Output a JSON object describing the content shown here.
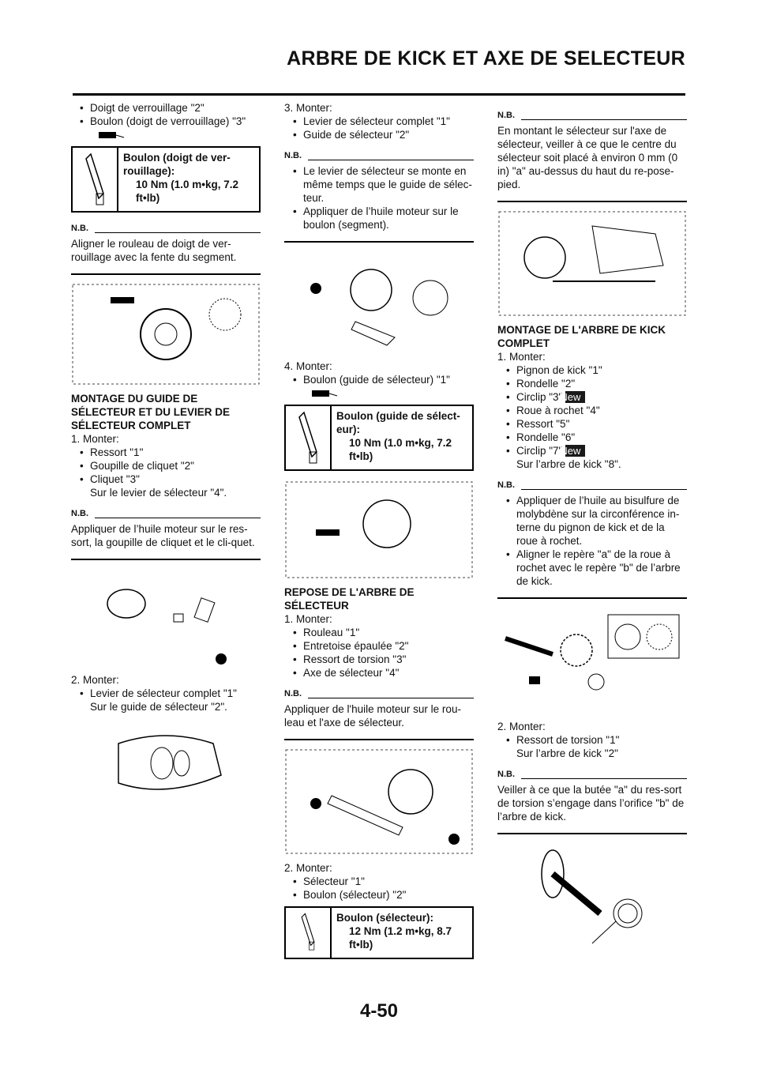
{
  "header": {
    "title": "ARBRE DE KICK ET AXE DE SELECTEUR"
  },
  "page_number": "4-50",
  "labels": {
    "nb": "N.B.",
    "new": "New"
  },
  "col1": {
    "bullets_top": [
      "Doigt de verrouillage \"2\"",
      "Boulon (doigt de verrouillage) \"3\""
    ],
    "torque1": {
      "label": "Boulon (doigt de ver-rouillage):",
      "value": "10 Nm (1.0 m•kg, 7.2 ft•lb)"
    },
    "nb1": "Aligner le rouleau de doigt de ver-rouillage avec la fente du segment.",
    "heading": "MONTAGE DU GUIDE DE SÉLECTEUR ET DU LEVIER DE SÉLECTEUR COMPLET",
    "step1": "1.  Monter:",
    "step1_items": [
      "Ressort \"1\"",
      "Goupille de cliquet \"2\"",
      "Cliquet \"3\""
    ],
    "step1_cont": "Sur le levier de sélecteur \"4\".",
    "nb2": "Appliquer de l’huile moteur sur le res-sort, la goupille de cliquet et le cli-quet.",
    "step2": "2.  Monter:",
    "step2_items": [
      "Levier de sélecteur complet \"1\""
    ],
    "step2_cont": "Sur le guide de sélecteur \"2\"."
  },
  "col2": {
    "step3": "3.  Monter:",
    "step3_items": [
      "Levier de sélecteur complet \"1\"",
      "Guide de sélecteur \"2\""
    ],
    "nb_items": [
      "Le levier de sélecteur se monte en même temps que le guide de sélec-teur.",
      "Appliquer de l’huile moteur sur le boulon (segment)."
    ],
    "step4": "4.  Monter:",
    "step4_items": [
      "Boulon (guide de sélecteur) \"1\""
    ],
    "torque2": {
      "label": "Boulon (guide de sélect-eur):",
      "value": "10 Nm (1.0 m•kg, 7.2 ft•lb)"
    },
    "heading": "REPOSE DE L'ARBRE DE SÉLECTEUR",
    "step1": "1.  Monter:",
    "step1_items": [
      "Rouleau \"1\"",
      "Entretoise épaulée \"2\"",
      "Ressort de torsion \"3\"",
      "Axe de sélecteur \"4\""
    ],
    "nb": "Appliquer de l'huile moteur sur le rou-leau et l'axe de sélecteur.",
    "step2": "2.  Monter:",
    "step2_items": [
      "Sélecteur \"1\"",
      "Boulon (sélecteur) \"2\""
    ],
    "torque3": {
      "label": "Boulon (sélecteur):",
      "value": "12 Nm (1.2 m•kg, 8.7 ft•lb)"
    }
  },
  "col3": {
    "nb1": "En montant le sélecteur sur l'axe de sélecteur, veiller à ce que le centre du sélecteur soit placé à environ 0 mm (0 in) \"a\" au-dessus du haut du re-pose-pied.",
    "heading": "MONTAGE DE L'ARBRE DE KICK COMPLET",
    "step1": "1.  Monter:",
    "step1_items": [
      "Pignon de kick \"1\"",
      "Rondelle \"2\"",
      "Circlip \"3\"",
      "Roue à rochet \"4\"",
      "Ressort \"5\"",
      "Rondelle \"6\"",
      "Circlip \"7\""
    ],
    "step1_cont": "Sur l’arbre de kick \"8\".",
    "nb2_items": [
      "Appliquer de l’huile au bisulfure de molybdène sur la circonférence in-terne du pignon de kick et de la roue à rochet.",
      "Aligner le repère \"a\" de la roue à rochet avec le repère \"b\" de l’arbre de kick."
    ],
    "step2": "2.  Monter:",
    "step2_items": [
      "Ressort de torsion \"1\""
    ],
    "step2_cont": "Sur l’arbre de kick \"2\"",
    "nb3": "Veiller à ce que la butée \"a\" du res-sort de torsion s’engage dans l’orifice \"b\" de l’arbre de kick."
  }
}
